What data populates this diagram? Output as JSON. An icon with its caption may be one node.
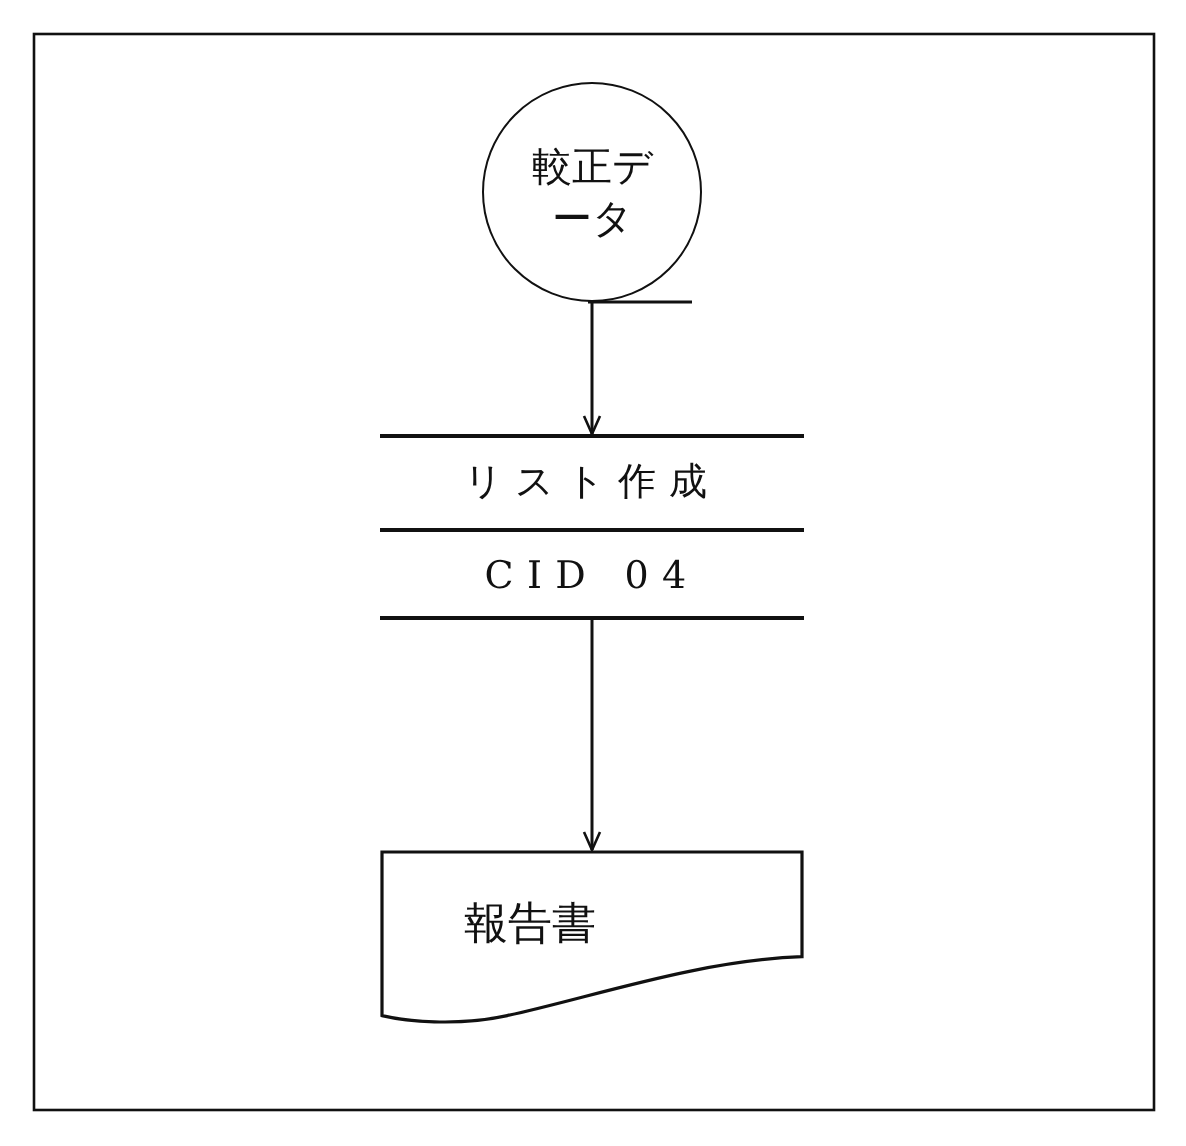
{
  "diagram": {
    "nodes": [
      {
        "text": [
          "較正データ"
        ]
      },
      {
        "text": [
          "リスト作成",
          "CID 04"
        ]
      },
      {
        "text": [
          "報告書"
        ]
      }
    ],
    "edges": [
      {
        "from": 0,
        "to": 1,
        "arrow": "to"
      },
      {
        "from": 1,
        "to": 2,
        "arrow": "to"
      }
    ]
  }
}
